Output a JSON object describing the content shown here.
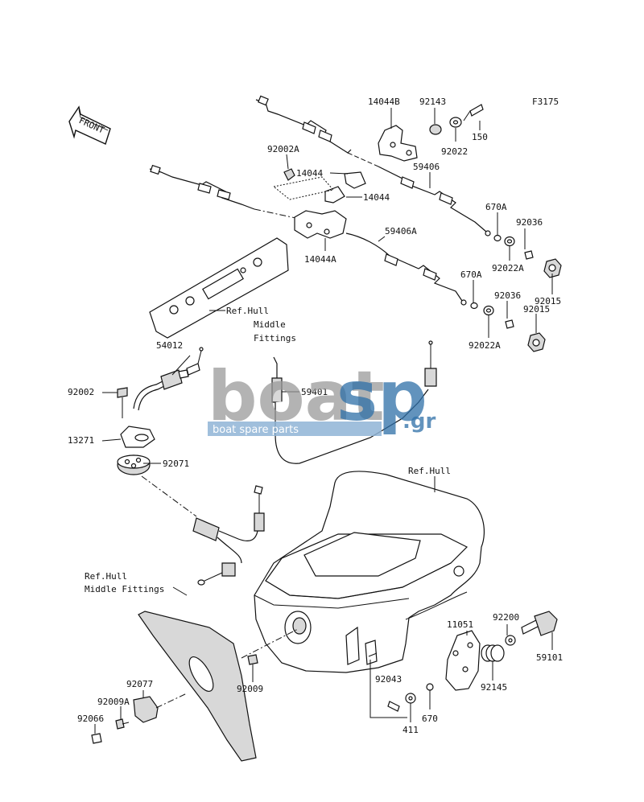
{
  "figure_code": "F3175",
  "front_label": "FRONT",
  "watermark": {
    "brand_main": "boat",
    "brand_accent": "sp",
    "brand_suffix": ".gr",
    "tagline": "boat spare parts"
  },
  "labels": {
    "p14044B": "14044B",
    "p92143": "92143",
    "p150": "150",
    "p92022": "92022",
    "p92002A": "92002A",
    "p14044_1": "14044",
    "p14044_2": "14044",
    "p59406": "59406",
    "p14044A": "14044A",
    "p59406A": "59406A",
    "p670A_1": "670A",
    "p92036_1": "92036",
    "p92022A_1": "92022A",
    "p92015_1": "92015",
    "p670A_2": "670A",
    "p92036_2": "92036",
    "p92015_2": "92015",
    "p92022A_2": "92022A",
    "ref_hull_mid_1_line1": "Ref.Hull",
    "ref_hull_mid_1_line2": "Middle",
    "ref_hull_mid_1_line3": "Fittings",
    "p54012": "54012",
    "p92002": "92002",
    "p59401": "59401",
    "p13271": "13271",
    "p92071": "92071",
    "ref_hull": "Ref.Hull",
    "ref_hull_mid_2_line1": "Ref.Hull",
    "ref_hull_mid_2_line2": "Middle Fittings",
    "p11051": "11051",
    "p92200": "92200",
    "p59101": "59101",
    "p92145": "92145",
    "p92077": "92077",
    "p92009A": "92009A",
    "p92066": "92066",
    "p92009": "92009",
    "p92043": "92043",
    "p411": "411",
    "p670": "670"
  }
}
